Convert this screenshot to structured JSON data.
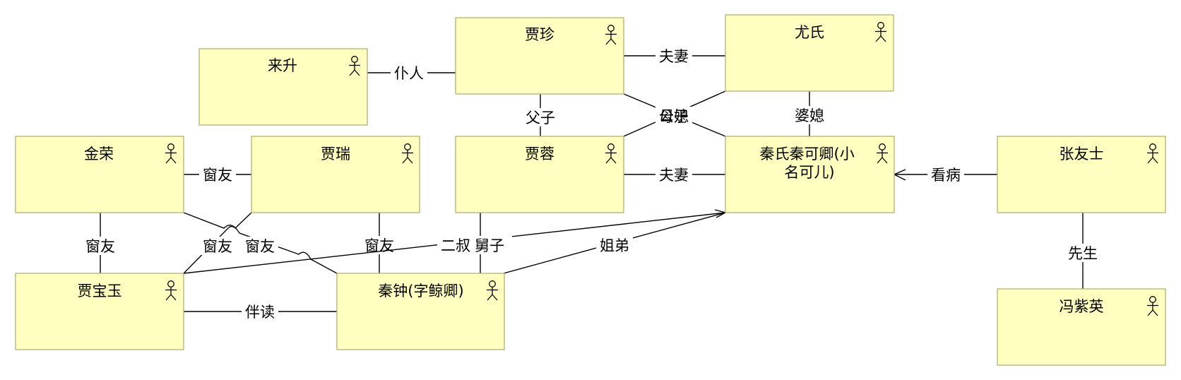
{
  "diagram": {
    "nodes": [
      {
        "id": "jiazhen",
        "label": "贾珍",
        "icon": "actor-icon"
      },
      {
        "id": "youshi",
        "label": "尤氏",
        "icon": "actor-icon"
      },
      {
        "id": "laisheng",
        "label": "来升",
        "icon": "actor-icon"
      },
      {
        "id": "jinrong",
        "label": "金荣",
        "icon": "actor-icon"
      },
      {
        "id": "jiarui",
        "label": "贾瑞",
        "icon": "actor-icon"
      },
      {
        "id": "jiarong",
        "label": "贾蓉",
        "icon": "actor-icon"
      },
      {
        "id": "qinshi",
        "label": "秦氏秦可卿(小\n名可儿)",
        "icon": "actor-icon"
      },
      {
        "id": "zhangyoushi",
        "label": "张友士",
        "icon": "actor-icon"
      },
      {
        "id": "jiabaoyu",
        "label": "贾宝玉",
        "icon": "actor-icon"
      },
      {
        "id": "qinzhong",
        "label": "秦钟(字鲸卿)",
        "icon": "actor-icon"
      },
      {
        "id": "fengziying",
        "label": "冯紫英",
        "icon": "actor-icon"
      }
    ],
    "edges": [
      {
        "id": "e1",
        "label": "仆人"
      },
      {
        "id": "e2",
        "label": "夫妻"
      },
      {
        "id": "e3",
        "label": "父子"
      },
      {
        "id": "e4",
        "label": "婆媳"
      },
      {
        "id": "e5",
        "label": "公媳"
      },
      {
        "id": "e6",
        "label": "母子"
      },
      {
        "id": "e7",
        "label": "窗友"
      },
      {
        "id": "e8",
        "label": "夫妻"
      },
      {
        "id": "e9",
        "label": "看病"
      },
      {
        "id": "e10",
        "label": "窗友"
      },
      {
        "id": "e11",
        "label": "窗友"
      },
      {
        "id": "e12",
        "label": "窗友"
      },
      {
        "id": "e13",
        "label": "窗友"
      },
      {
        "id": "e14",
        "label": "二叔"
      },
      {
        "id": "e15",
        "label": "舅子"
      },
      {
        "id": "e16",
        "label": "姐弟"
      },
      {
        "id": "e17",
        "label": "伴读"
      },
      {
        "id": "e18",
        "label": "先生"
      }
    ]
  }
}
